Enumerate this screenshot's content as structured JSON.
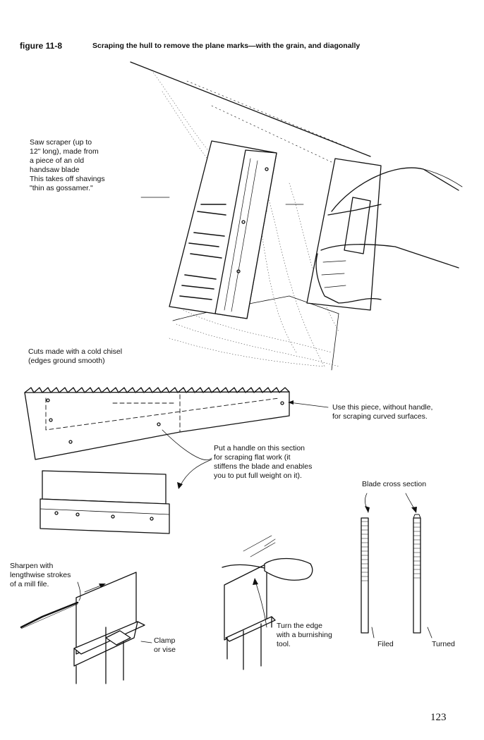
{
  "caption": {
    "figure_label": "figure 11-8",
    "text": "Scraping the hull to remove the plane marks—with the grain, and diagonally"
  },
  "labels": {
    "saw_scraper": "Saw scraper (up to\n12\" long), made from\na piece of an old\nhandsaw blade",
    "shavings": "This takes off shavings\n\"thin as gossamer.\"",
    "cuts": "Cuts made with a cold chisel\n(edges ground smooth)",
    "use_piece": "Use this piece, without handle,\nfor scraping curved surfaces.",
    "handle": "Put a handle on this section\nfor scraping flat work (it\nstiffens the blade and enables\nyou to put full weight on it).",
    "cross_section": "Blade cross section",
    "sharpen": "Sharpen with\nlengthwise strokes\nof a mill file.",
    "clamp": "Clamp\nor vise",
    "burnish": "Turn the edge\nwith a burnishing\ntool.",
    "filed": "Filed",
    "turned": "Turned"
  },
  "page_number": "123"
}
